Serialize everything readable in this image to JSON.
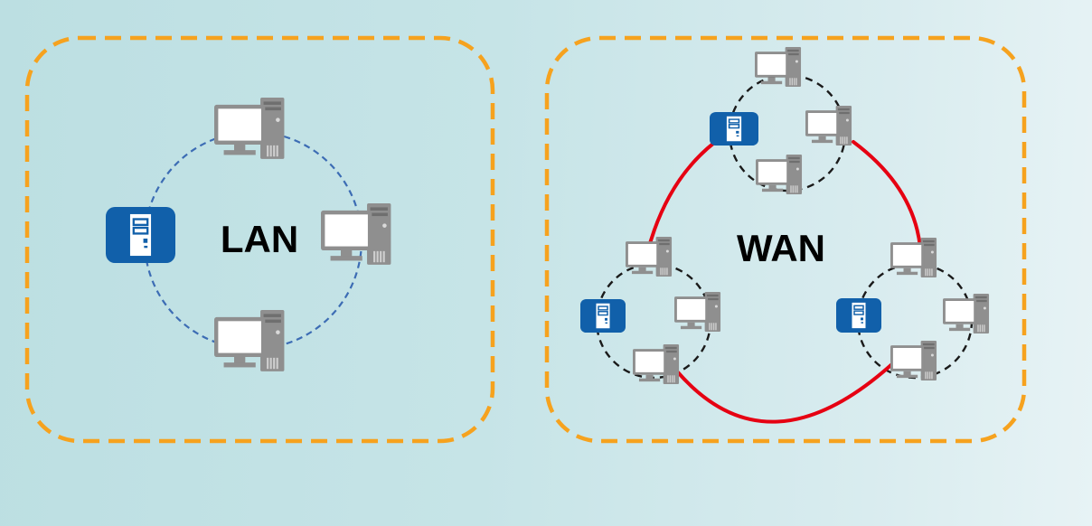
{
  "diagram": {
    "type": "network-topology-diagram",
    "lan": {
      "label": "LAN",
      "computer_count": 3,
      "server_count": 1,
      "ring_style": "blue-dashed-circle"
    },
    "wan": {
      "label": "WAN",
      "cluster_count": 3,
      "computers_per_cluster": 3,
      "servers_per_cluster": 1,
      "ring_style": "black-dashed-circle",
      "interconnect_style": "red-solid-arcs"
    }
  },
  "icons": {
    "computer": "desktop-computer-icon",
    "server": "server-icon"
  },
  "colors": {
    "background_left": "#bcdfe2",
    "background_right": "#e7f3f5",
    "boundary_orange": "#F6A21E",
    "lan_ring_blue": "#3C6CB4",
    "wan_ring_black": "#1A1A1A",
    "wan_link_red": "#E60012",
    "server_blue": "#1160AA",
    "computer_gray": "#8F8F8F",
    "label_black": "#000000"
  }
}
